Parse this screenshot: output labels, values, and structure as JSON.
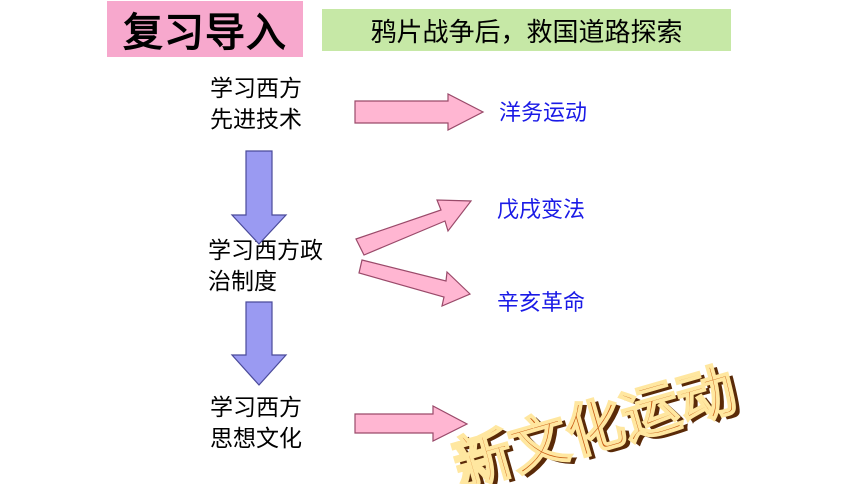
{
  "title": "复习导入",
  "subtitle": "鸦片战争后，救国道路探索",
  "stages": [
    {
      "line1": "学习西方",
      "line2": "先进技术"
    },
    {
      "line1": "学习西方政",
      "line2": "治制度"
    },
    {
      "line1": "学习西方",
      "line2": "思想文化"
    }
  ],
  "results": [
    "洋务运动",
    "戊戌变法",
    "辛亥革命"
  ],
  "highlight": "新文化运动",
  "colors": {
    "title_bg": "#f7a8cd",
    "subtitle_bg": "#c6e8a6",
    "arrow_pink": "#ffb6d2",
    "arrow_purple": "#9a9af2",
    "result_text": "#1a1ae6",
    "highlight_fill": "#c85a10"
  }
}
